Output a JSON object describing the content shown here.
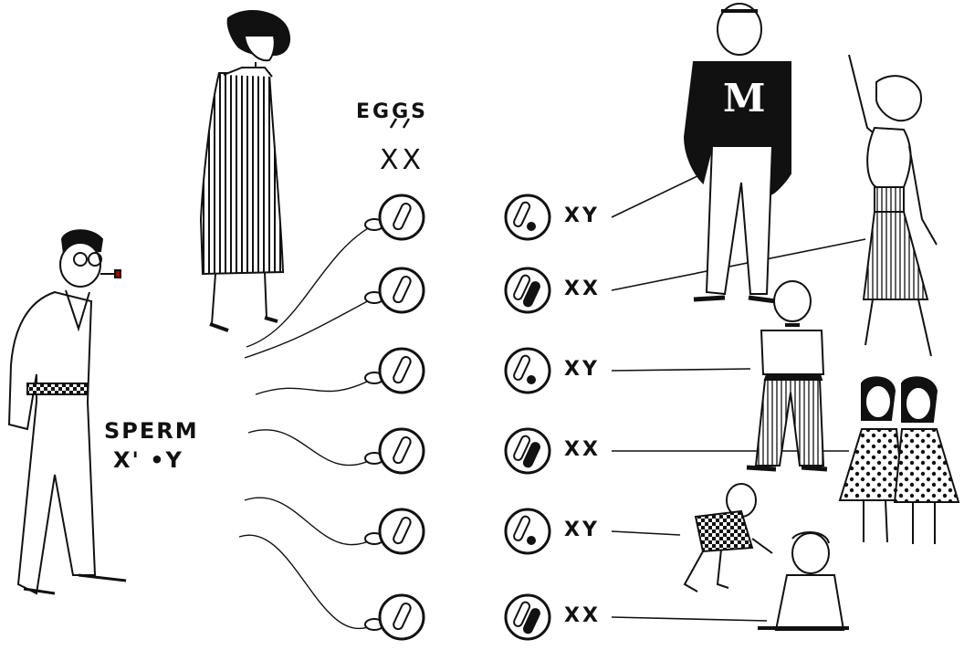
{
  "labels": {
    "eggs_title": "EGGS",
    "eggs_chromosomes": "XX",
    "sperm_title": "SPERM",
    "sperm_chromosomes": "X' •Y"
  },
  "zygotes": [
    {
      "genotype": "XY"
    },
    {
      "genotype": "XX"
    },
    {
      "genotype": "XY"
    },
    {
      "genotype": "XX"
    },
    {
      "genotype": "XY"
    },
    {
      "genotype": "XX"
    }
  ]
}
